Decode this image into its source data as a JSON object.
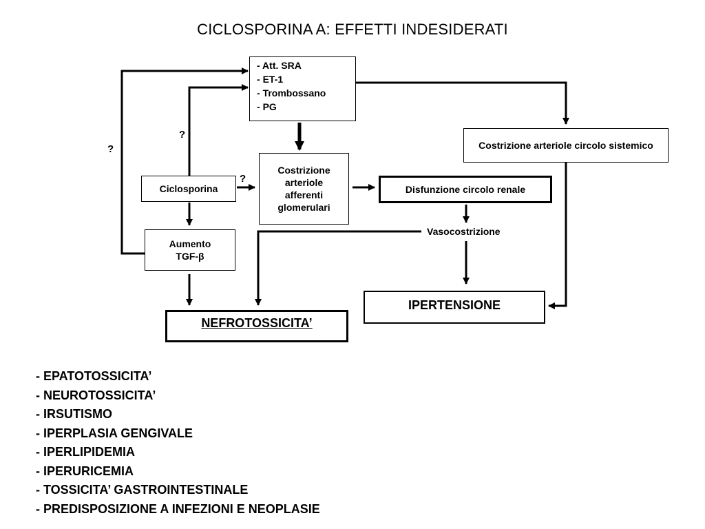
{
  "title": "CICLOSPORINA A: EFFETTI INDESIDERATI",
  "diagram": {
    "mediators": [
      "Att. SRA",
      "ET-1",
      "Trombossano",
      "PG"
    ],
    "ciclosporina": "Ciclosporina",
    "tgf_line1": "Aumento",
    "tgf_line2": "TGF-β",
    "costrizione_afferenti": "Costrizione arteriole afferenti glomerulari",
    "disfunzione": "Disfunzione circolo renale",
    "vasocostrizione": "Vasocostrizione",
    "costrizione_sistemico": "Costrizione arteriole circolo sistemico",
    "ipertensione": "IPERTENSIONE",
    "nefrotossicita": "NEFROTOSSICITA’",
    "question_mark": "?"
  },
  "side_effects": [
    "- EPATOTOSSICITA’",
    "- NEUROTOSSICITA’",
    "- IRSUTISMO",
    "- IPERPLASIA GENGIVALE",
    "- IPERLIPIDEMIA",
    "- IPERURICEMIA",
    "- TOSSICITA’ GASTROINTESTINALE",
    "- PREDISPOSIZIONE A INFEZIONI E NEOPLASIE"
  ]
}
